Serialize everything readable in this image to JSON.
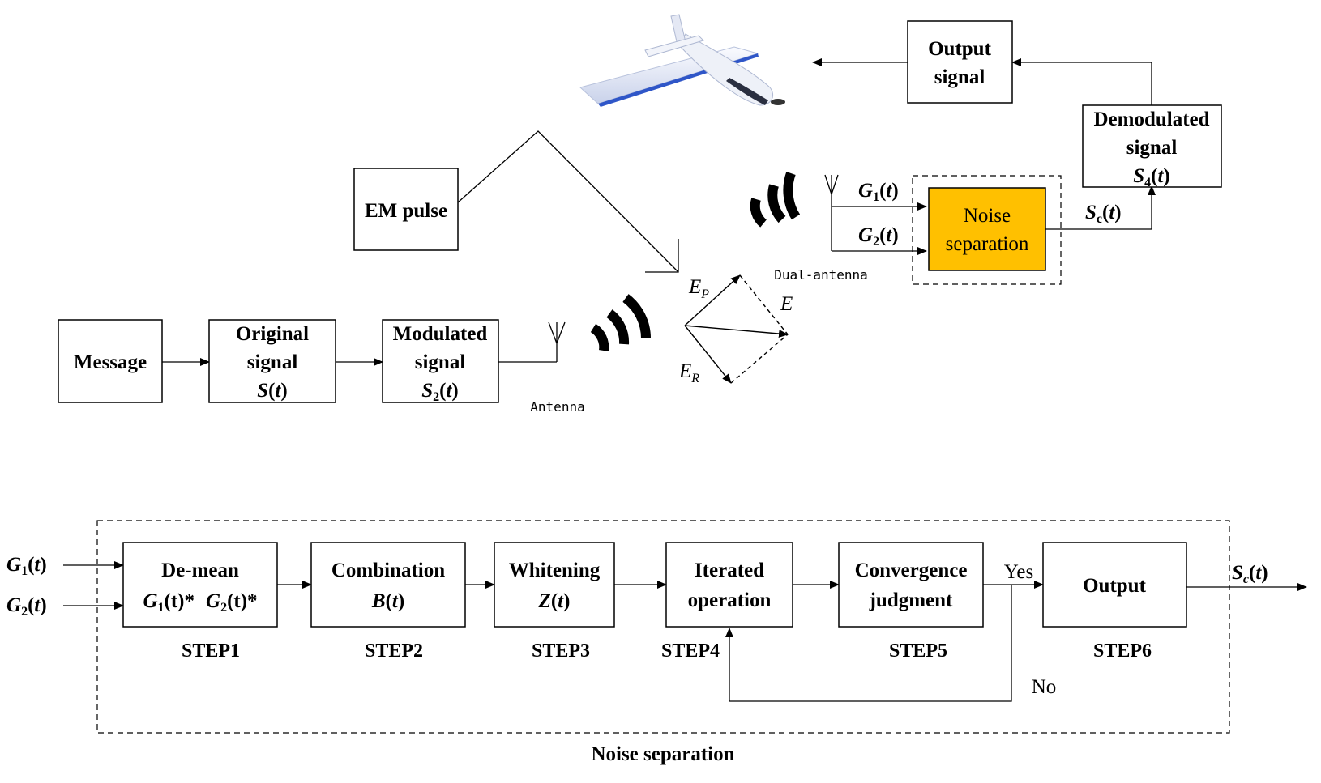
{
  "top": {
    "message": "Message",
    "original_signal": [
      "Original",
      "signal"
    ],
    "original_var": "S",
    "modulated_signal": [
      "Modulated",
      "signal"
    ],
    "modulated_var": "S",
    "modulated_sub": "2",
    "antenna": "Antenna",
    "em_pulse": "EM pulse",
    "ep": "E",
    "ep_sub": "P",
    "e": "E",
    "er": "E",
    "er_sub": "R",
    "dual_antenna": "Dual-antenna",
    "g1": "G",
    "g1_sub": "1",
    "g2": "G",
    "g2_sub": "2",
    "t": "t",
    "noise_separation": [
      "Noise",
      "separation"
    ],
    "sc": "S",
    "sc_sub": "c",
    "demodulated_signal": [
      "Demodulated",
      "signal"
    ],
    "s4": "S",
    "s4_sub": "4",
    "output_signal": [
      "Output",
      "signal"
    ]
  },
  "bottom": {
    "g1": "G",
    "g1_sub": "1",
    "g2": "G",
    "g2_sub": "2",
    "t": "t",
    "demean": "De-mean",
    "demean_vars": [
      "G",
      "1",
      "(t)*",
      "G",
      "2",
      "(t)*"
    ],
    "combination": "Combination",
    "combination_var": "B",
    "whitening": "Whitening",
    "whitening_var": "Z",
    "iterated": [
      "Iterated",
      "operation"
    ],
    "convergence": [
      "Convergence",
      "judgment"
    ],
    "output": "Output",
    "yes": "Yes",
    "no": "No",
    "sc": "S",
    "sc_sub": "c",
    "steps": [
      "STEP1",
      "STEP2",
      "STEP3",
      "STEP4",
      "STEP5",
      "STEP6"
    ],
    "caption": "Noise separation"
  },
  "colors": {
    "noise_box_fill": "#FFC000",
    "airplane_body": "#EEF1F8",
    "airplane_edge": "#2F56C8"
  },
  "icons": [
    "airplane-image",
    "antenna-icon",
    "dual-antenna-icon",
    "signal-wave-icon"
  ]
}
